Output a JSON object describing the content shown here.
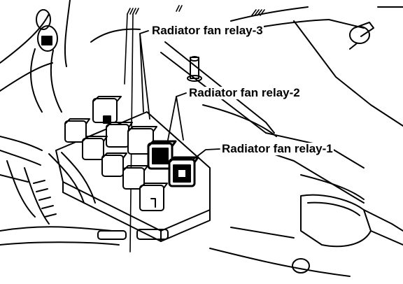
{
  "labels": {
    "relay_3": "Radiator fan relay-3",
    "relay_2": "Radiator fan relay-2",
    "relay_1": "Radiator fan relay-1"
  },
  "colors": {
    "ink": "#000000",
    "paper": "#ffffff"
  }
}
